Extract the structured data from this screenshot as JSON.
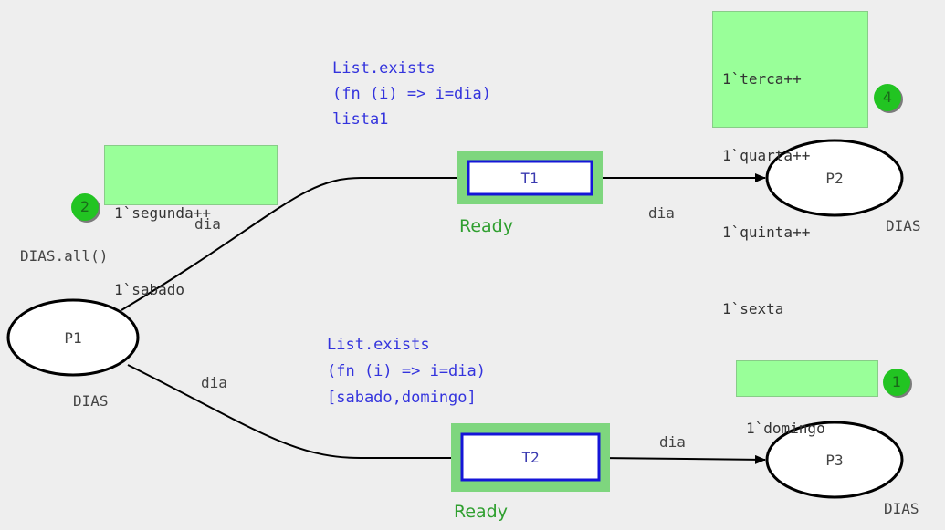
{
  "places": [
    {
      "id": "P1",
      "label": "P1",
      "colorset": "DIAS",
      "init_marking": "DIAS.all()"
    },
    {
      "id": "P2",
      "label": "P2",
      "colorset": "DIAS"
    },
    {
      "id": "P3",
      "label": "P3",
      "colorset": "DIAS"
    }
  ],
  "transitions": [
    {
      "id": "T1",
      "label": "T1",
      "status": "Ready",
      "guard": [
        "List.exists",
        "(fn (i) => i=dia)",
        "lista1"
      ]
    },
    {
      "id": "T2",
      "label": "T2",
      "status": "Ready",
      "guard": [
        "List.exists",
        "(fn (i) => i=dia)",
        "[sabado,domingo]"
      ]
    }
  ],
  "arcs": {
    "p1_t1": "dia",
    "t1_p2": "dia",
    "p1_t2": "dia",
    "t2_p3": "dia"
  },
  "markings": {
    "P1": {
      "count": "2",
      "tokens": [
        "1`segunda++",
        "1`sabado"
      ]
    },
    "P2": {
      "count": "4",
      "tokens": [
        "1`terca++",
        "1`quarta++",
        "1`quinta++",
        "1`sexta"
      ]
    },
    "P3": {
      "count": "1",
      "tokens": [
        "1`domingo"
      ]
    }
  },
  "colors": {
    "background": "#eeeeee",
    "transition_border": "#1515d8",
    "enabled_highlight": "#7ed67e",
    "guard_text": "#3333dd",
    "ready_text": "#2f9f2f",
    "marking_bg": "#99ff99",
    "badge": "#22c422"
  }
}
